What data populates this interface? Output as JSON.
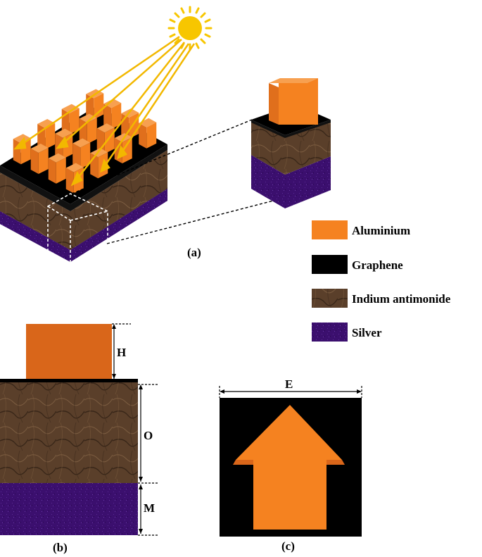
{
  "panels": {
    "a": "(a)",
    "b": "(b)",
    "c": "(c)"
  },
  "legend": [
    {
      "label": "Aluminium",
      "color": "#f58220",
      "swatch": "aluminium"
    },
    {
      "label": "Graphene",
      "color": "#000000",
      "swatch": "graphene"
    },
    {
      "label": "Indium antimonide",
      "color": "#5a3f2a",
      "swatch": "insb"
    },
    {
      "label": "Silver",
      "color": "#3b0f6e",
      "swatch": "silver"
    }
  ],
  "dimensions": {
    "H": "H",
    "O": "O",
    "M": "M",
    "E": "E"
  },
  "colors": {
    "aluminium": "#f58220",
    "aluminium_dark": "#d9661a",
    "graphene": "#000000",
    "insb": "#5a3f2a",
    "silver": "#3b0f6e",
    "sun": "#f7c600",
    "ray": "#f2b800"
  },
  "icons": [
    "sun-icon"
  ]
}
